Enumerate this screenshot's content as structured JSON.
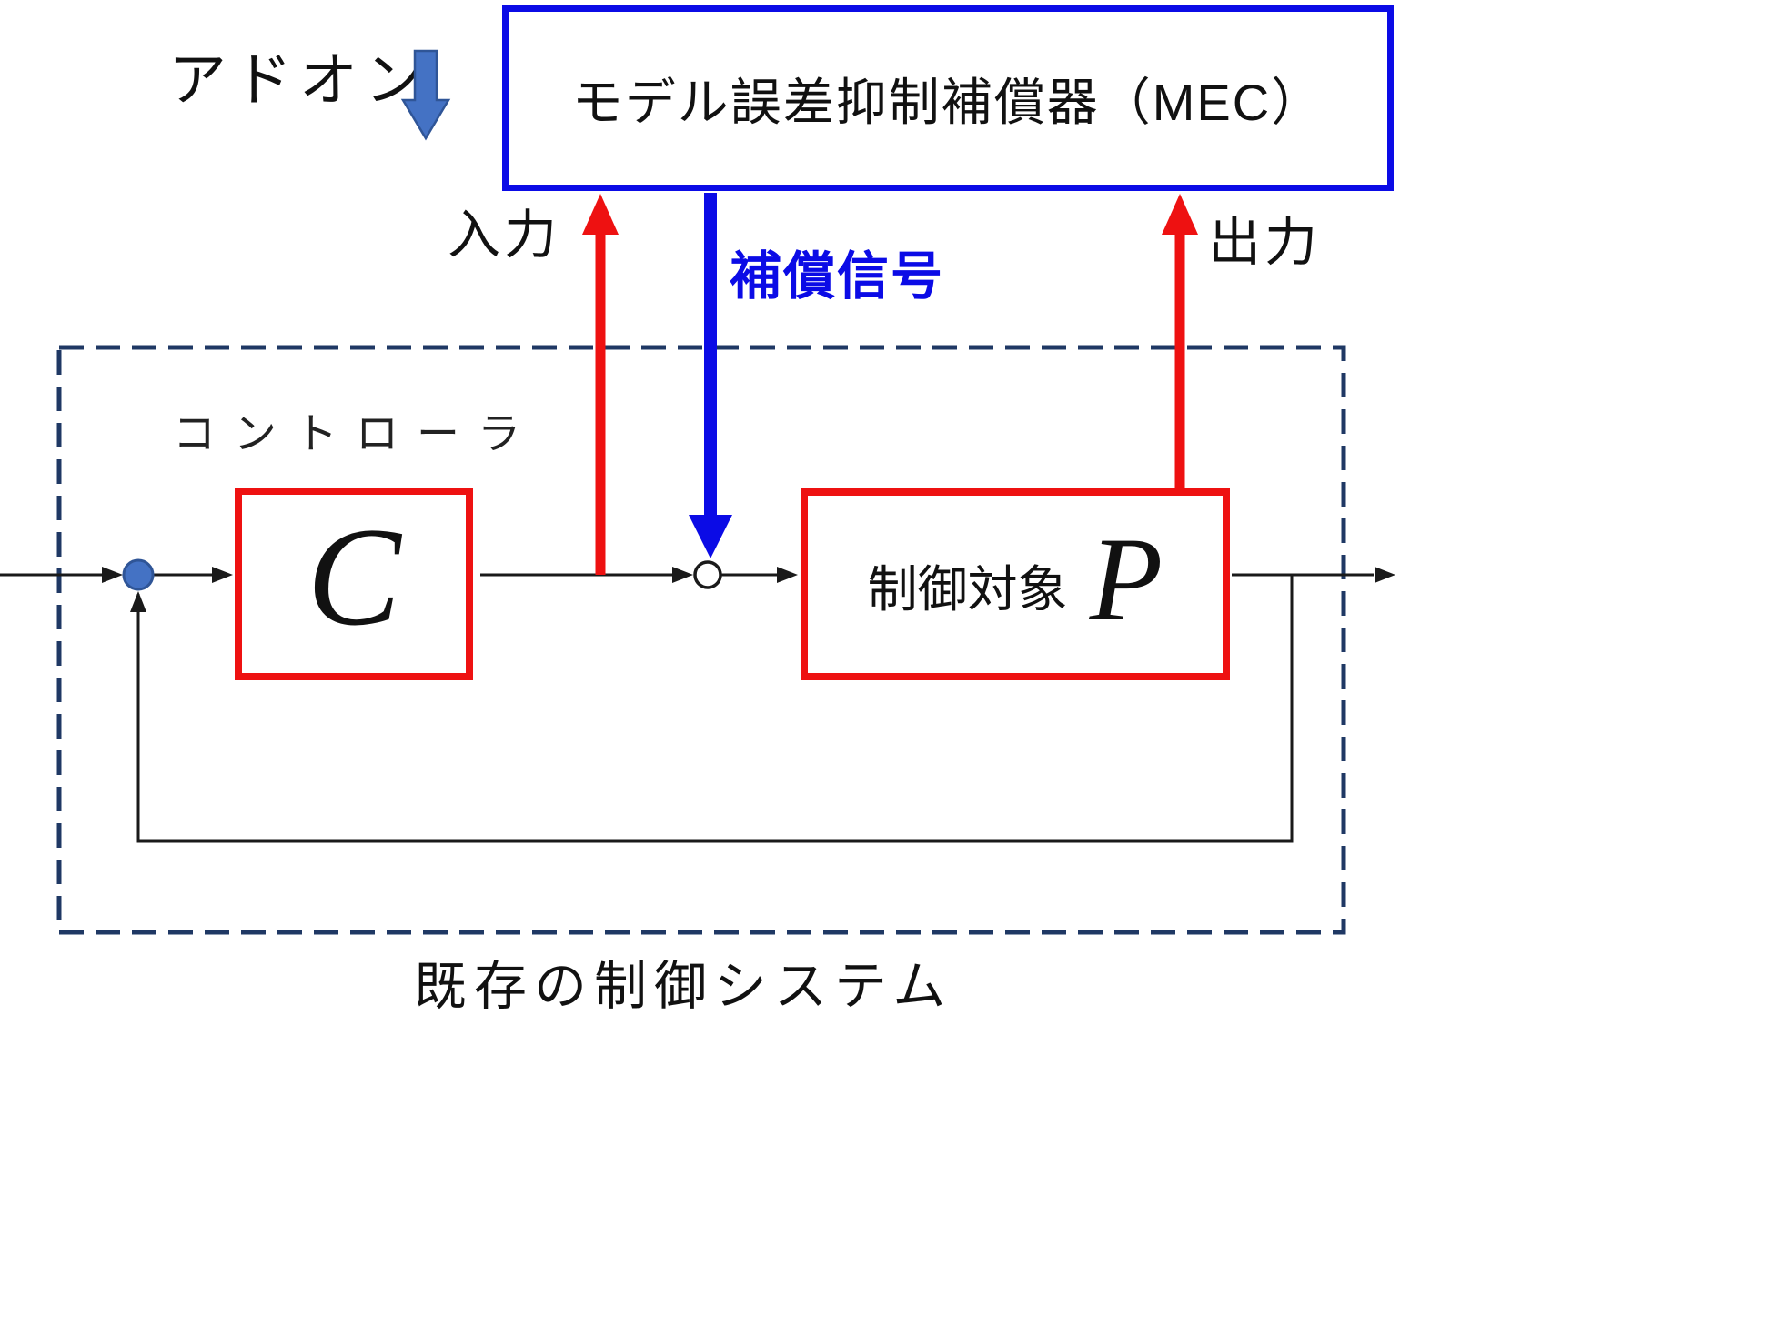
{
  "colors": {
    "red": "#ee1111",
    "blue": "#0b0be6",
    "navy": "#1f3864",
    "steel": "#4472c4",
    "steel_dark": "#2f5597",
    "line": "#1a1a1a"
  },
  "addon": {
    "label": "アドオン"
  },
  "mec": {
    "label": "モデル誤差抑制補償器（MEC）"
  },
  "arrows": {
    "input_label": "入力",
    "compensation_label": "補償信号",
    "output_label": "出力"
  },
  "loop": {
    "controller_caption": "コントローラ",
    "controller_symbol": "C",
    "plant_label": "制御対象",
    "plant_symbol": "P",
    "caption": "既存の制御システム"
  }
}
